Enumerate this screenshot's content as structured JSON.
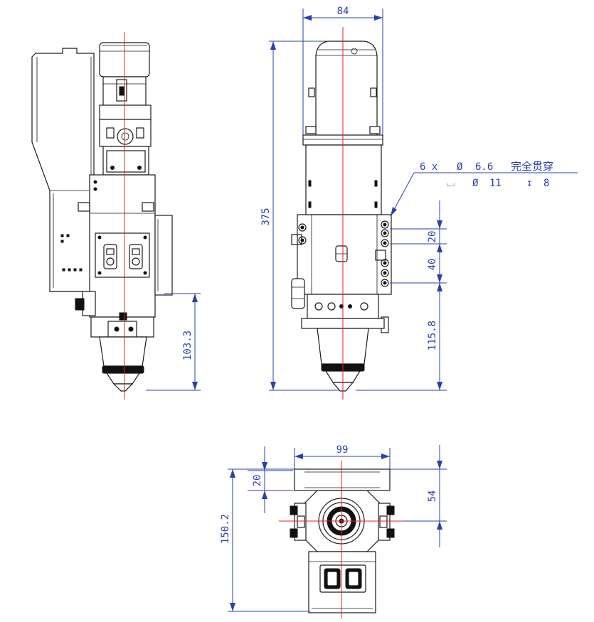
{
  "colors": {
    "outline": "#1a1a1a",
    "dimension": "#2a3fb0",
    "centerline": "#e52121",
    "background": "#ffffff"
  },
  "dimensions": {
    "side_height_lower": "103.3",
    "front_width": "84",
    "front_height_total": "375",
    "front_lower_height": "115.8",
    "hole_spacing_20": "20",
    "hole_spacing_40": "40",
    "bottom_width": "99",
    "bottom_offset_20": "20",
    "bottom_right_54": "54",
    "bottom_height": "150.2"
  },
  "callout": {
    "line1_prefix": "6 x",
    "line1_value": "6.6",
    "line1_note": "完全贯穿",
    "line2_value": "11",
    "line2_depth": "8",
    "diameter_symbol": "Ø",
    "depth_symbol": "↧",
    "counterbore_symbol": "⌴"
  }
}
